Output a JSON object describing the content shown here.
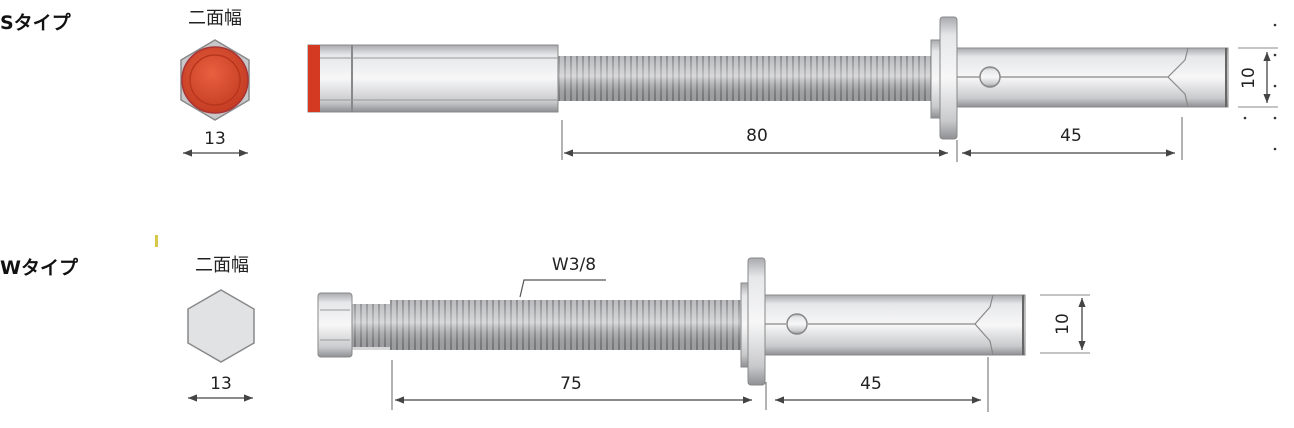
{
  "s_type": {
    "label": "Sタイプ",
    "across_flats_label": "二面幅",
    "across_flats_value": "13",
    "thread_length": "80",
    "sleeve_length": "45",
    "diameter": "10",
    "cap_color": "#d9442a"
  },
  "w_type": {
    "label": "Wタイプ",
    "across_flats_label": "二面幅",
    "across_flats_value": "13",
    "thread_spec": "W3/8",
    "thread_length": "75",
    "sleeve_length": "45",
    "diameter": "10"
  }
}
